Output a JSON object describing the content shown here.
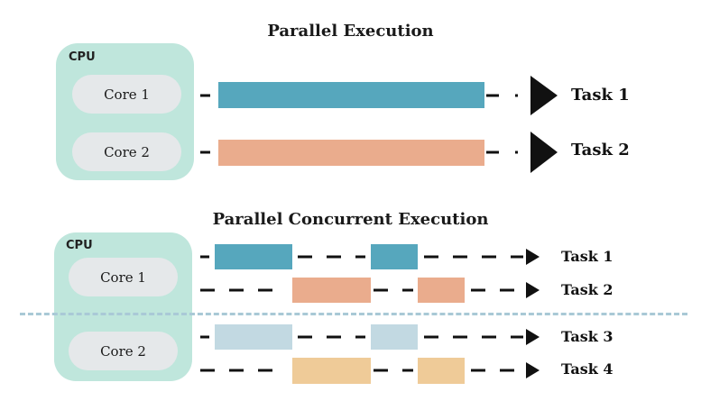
{
  "top": {
    "title": "Parallel Execution",
    "cpu_label": "CPU",
    "cores": [
      "Core 1",
      "Core 2"
    ],
    "tasks": [
      "Task 1",
      "Task 2"
    ]
  },
  "bottom": {
    "title": "Parallel Concurrent Execution",
    "cpu_label": "CPU",
    "cores": [
      "Core 1",
      "Core 2"
    ],
    "tasks": [
      "Task 1",
      "Task 2",
      "Task 3",
      "Task 4"
    ]
  },
  "colors": {
    "task1": "#56a7bd",
    "task2": "#eaac8d",
    "task3": "#c2d9e2",
    "task4": "#efcb98",
    "cpu": "#bfe6dc",
    "core": "#e5e8ea"
  }
}
